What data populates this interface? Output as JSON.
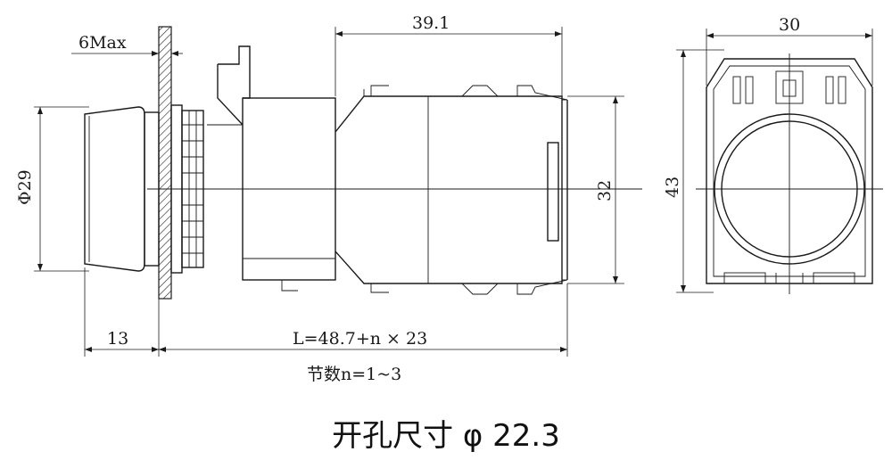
{
  "labels": {
    "panel_max": "6Max",
    "length_top": "39.1",
    "width_top": "30",
    "dia_left": "Φ29",
    "height_mid": "32",
    "height_right": "43",
    "front_length": "13",
    "body_length": "L=48.7+n × 23",
    "sections": "节数n=1~3",
    "cutout": "开孔尺寸 φ 22.3"
  }
}
